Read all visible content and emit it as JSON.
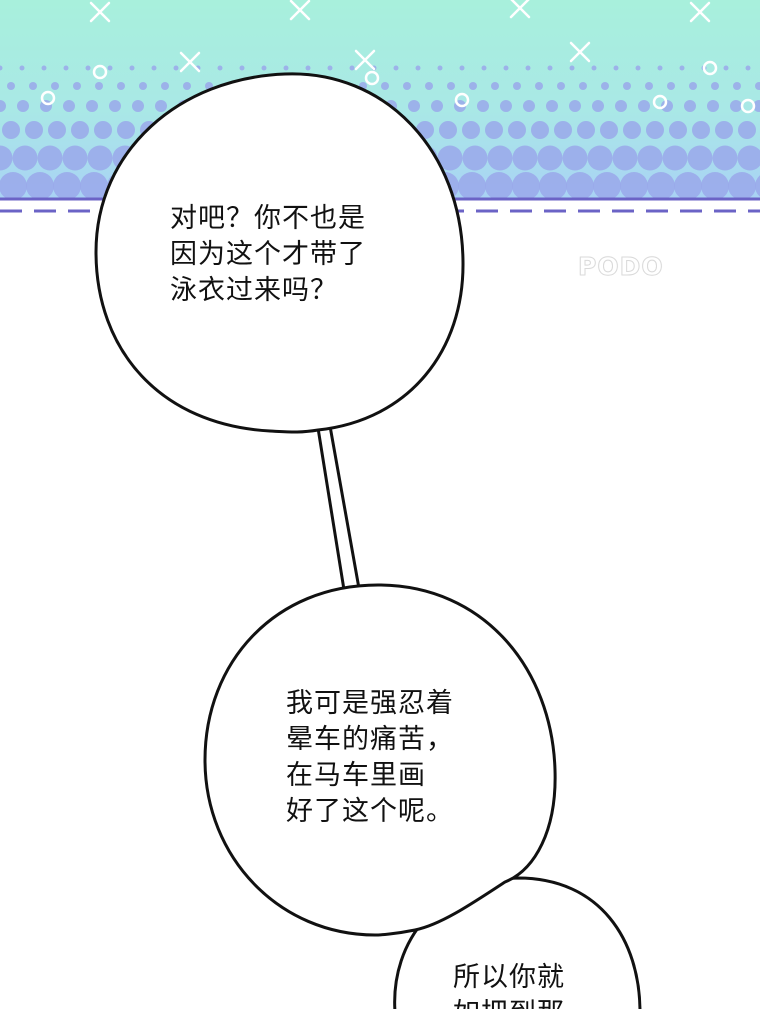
{
  "colors": {
    "band_top": "#a8f0dc",
    "band_bottom": "#a9d2f5",
    "dots": "#9aa8ea",
    "dash_line": "#6b63c6",
    "bubble_fill": "#ffffff",
    "bubble_stroke": "#111111",
    "watermark": "#d6d6d6"
  },
  "watermark": "PODO",
  "bubbles": [
    {
      "lines": [
        "对吧？你不也是",
        "因为这个才带了",
        "泳衣过来吗？"
      ]
    },
    {
      "lines": [
        "我可是强忍着",
        "晕车的痛苦，",
        "在马车里画",
        "好了这个呢。"
      ]
    },
    {
      "lines": [
        "所以你就",
        "如把到那"
      ]
    }
  ]
}
